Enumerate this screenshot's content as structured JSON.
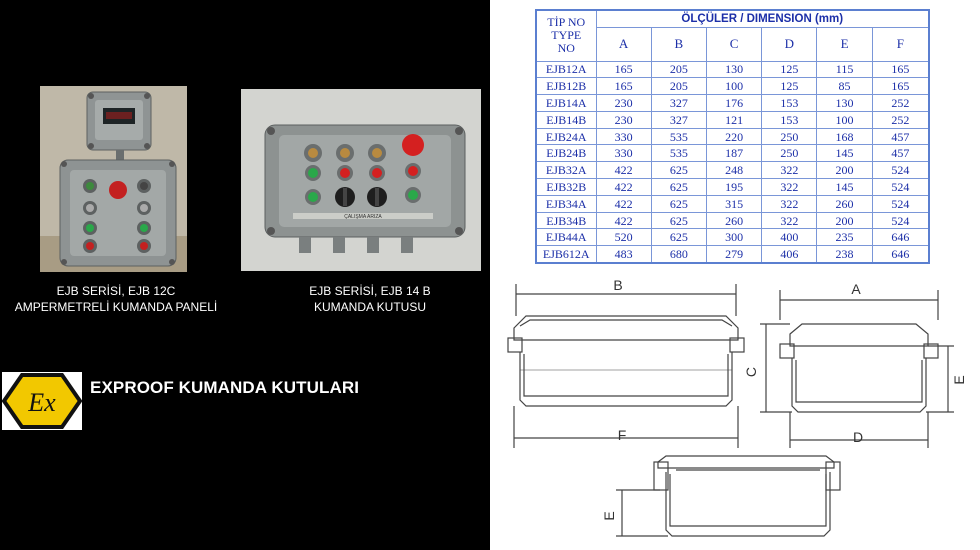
{
  "left": {
    "caption1": [
      "EJB SERİSİ, EJB 12C",
      "AMPERMETRELİ KUMANDA PANELİ"
    ],
    "caption2": [
      "EJB SERİSİ, EJB 14 B",
      "KUMANDA KUTUSU"
    ],
    "logo_text": "Ex",
    "title": "EXPROOF KUMANDA KUTULARI",
    "photo2_label": "ÇALIŞMA ARIZA",
    "colors": {
      "panel_bg": "#000000",
      "logo_yellow": "#f2c800",
      "button_red": "#d42020",
      "button_green": "#2aa84a"
    }
  },
  "table": {
    "type_header": [
      "TİP NO",
      "TYPE",
      "NO"
    ],
    "dimension_header": "ÖLÇÜLER / DIMENSION (mm)",
    "columns": [
      "A",
      "B",
      "C",
      "D",
      "E",
      "F"
    ],
    "rows": [
      [
        "EJB12A",
        "165",
        "205",
        "130",
        "125",
        "115",
        "165"
      ],
      [
        "EJB12B",
        "165",
        "205",
        "100",
        "125",
        "85",
        "165"
      ],
      [
        "EJB14A",
        "230",
        "327",
        "176",
        "153",
        "130",
        "252"
      ],
      [
        "EJB14B",
        "230",
        "327",
        "121",
        "153",
        "100",
        "252"
      ],
      [
        "EJB24A",
        "330",
        "535",
        "220",
        "250",
        "168",
        "457"
      ],
      [
        "EJB24B",
        "330",
        "535",
        "187",
        "250",
        "145",
        "457"
      ],
      [
        "EJB32A",
        "422",
        "625",
        "248",
        "322",
        "200",
        "524"
      ],
      [
        "EJB32B",
        "422",
        "625",
        "195",
        "322",
        "145",
        "524"
      ],
      [
        "EJB34A",
        "422",
        "625",
        "315",
        "322",
        "260",
        "524"
      ],
      [
        "EJB34B",
        "422",
        "625",
        "260",
        "322",
        "200",
        "524"
      ],
      [
        "EJB44A",
        "520",
        "625",
        "300",
        "400",
        "235",
        "646"
      ],
      [
        "EJB612A",
        "483",
        "680",
        "279",
        "406",
        "238",
        "646"
      ]
    ],
    "colors": {
      "text": "#1c2fa8",
      "border": "#5b7fd0"
    }
  },
  "drawings": {
    "label_b": "B",
    "label_f": "F",
    "label_a": "A",
    "label_c": "C",
    "label_e": "E",
    "label_d": "D",
    "label_e2": "E"
  }
}
